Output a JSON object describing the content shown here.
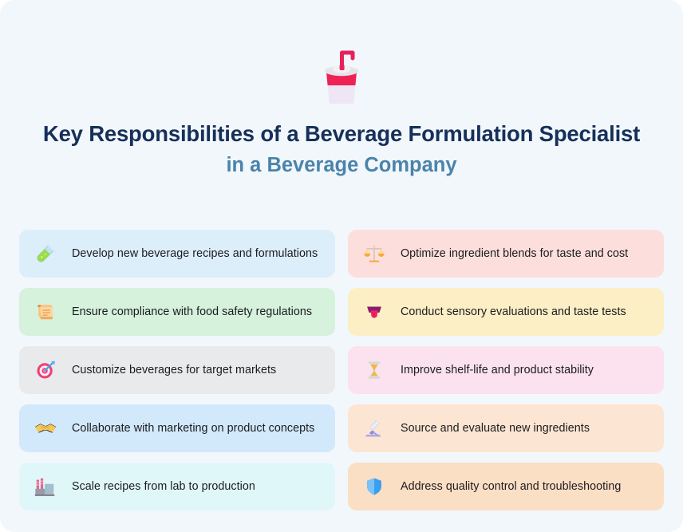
{
  "page": {
    "background_color": "#f2f7fb",
    "outer_color": "#ffffff"
  },
  "header": {
    "icon": "beverage-cup-icon",
    "title_line1": "Key Responsibilities of a Beverage Formulation",
    "title_line2": "Specialist",
    "subtitle": "in a Beverage Company",
    "title_color": "#16305a",
    "subtitle_color": "#4a84ab"
  },
  "cards": {
    "left": [
      {
        "text": "Develop new beverage recipes and formulations",
        "icon": "test-tube-icon",
        "bg": "#ddeefb"
      },
      {
        "text": "Ensure compliance with food safety regulations",
        "icon": "scroll-icon",
        "bg": "#d6f1dc"
      },
      {
        "text": "Customize beverages for target markets",
        "icon": "dart-target-icon",
        "bg": "#e9eaec"
      },
      {
        "text": "Collaborate with marketing on product concepts",
        "icon": "handshake-icon",
        "bg": "#d2e9fb"
      },
      {
        "text": "Scale recipes from lab to production",
        "icon": "factory-icon",
        "bg": "#e0f7f9"
      }
    ],
    "right": [
      {
        "text": "Optimize ingredient blends for taste and cost",
        "icon": "balance-scale-icon",
        "bg": "#fcdfdc"
      },
      {
        "text": "Conduct sensory evaluations and taste tests",
        "icon": "tongue-icon",
        "bg": "#fcefc6"
      },
      {
        "text": "Improve shelf-life and product stability",
        "icon": "hourglass-icon",
        "bg": "#fbe2ee"
      },
      {
        "text": "Source and evaluate new ingredients",
        "icon": "microscope-icon",
        "bg": "#fce5d2"
      },
      {
        "text": "Address quality control and troubleshooting",
        "icon": "shield-icon",
        "bg": "#fbdfc4"
      }
    ]
  }
}
